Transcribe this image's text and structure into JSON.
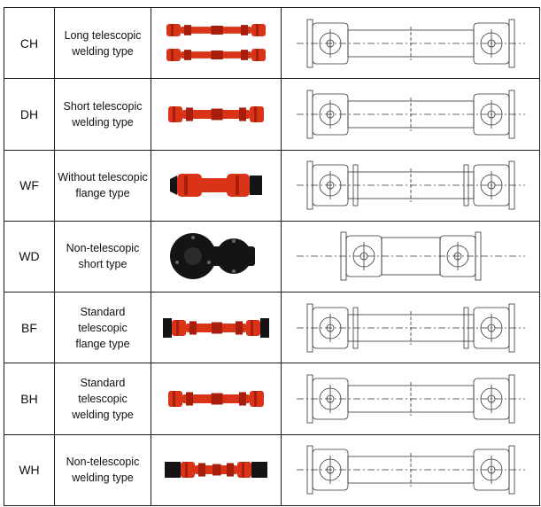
{
  "colors": {
    "border": "#1a1a1a",
    "shaft_red": "#d93318",
    "shaft_dark_red": "#a81e0c",
    "shaft_black": "#141414",
    "drawing_line": "#333333"
  },
  "rows": [
    {
      "code": "CH",
      "name_line1": "Long telescopic",
      "name_line2": "welding type",
      "photo": {
        "style": "pair",
        "color": "red"
      }
    },
    {
      "code": "DH",
      "name_line1": "Short telescopic",
      "name_line2": "welding type",
      "photo": {
        "style": "single",
        "color": "red"
      }
    },
    {
      "code": "WF",
      "name_line1": "Without telescopic",
      "name_line2": "flange type",
      "photo": {
        "style": "flange-short",
        "color": "red"
      }
    },
    {
      "code": "WD",
      "name_line1": "Non-telescopic",
      "name_line2": "short type",
      "photo": {
        "style": "black-coupling",
        "color": "black"
      }
    },
    {
      "code": "BF",
      "name_line1": "Standard telescopic",
      "name_line2": "flange type",
      "photo": {
        "style": "flange-long",
        "color": "red"
      }
    },
    {
      "code": "BH",
      "name_line1": "Standard telescopic",
      "name_line2": "welding type",
      "photo": {
        "style": "single",
        "color": "red"
      }
    },
    {
      "code": "WH",
      "name_line1": "Non-telescopic",
      "name_line2": "welding type",
      "photo": {
        "style": "black-ends",
        "color": "red"
      }
    }
  ]
}
